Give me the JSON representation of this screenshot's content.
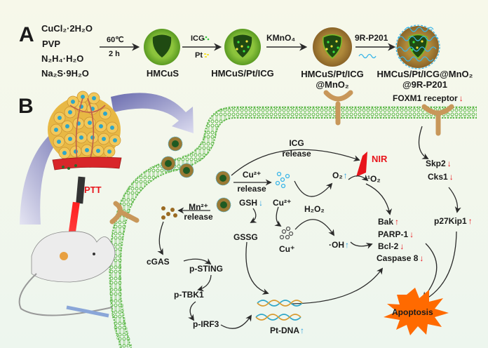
{
  "panel_a": {
    "label": "A",
    "reagents": [
      "CuCl₂·2H₂O",
      "PVP",
      "N₂H₄·H₂O",
      "Na₂S·9H₂O"
    ],
    "step1": {
      "top": "60℃",
      "bottom": "2 h"
    },
    "step2": {
      "top": "ICG",
      "bottom": "Pt"
    },
    "step3": {
      "top": "KMnO₄"
    },
    "step4": {
      "top": "9R-P201"
    },
    "products": [
      "HMCuS",
      "HMCuS/Pt/ICG",
      "HMCuS/Pt/ICG\n@MnO₂",
      "HMCuS/Pt/ICG@MnO₂\n@9R-P201"
    ],
    "product_lines": {
      "p1": "HMCuS",
      "p2": "HMCuS/Pt/ICG",
      "p3a": "HMCuS/Pt/ICG",
      "p3b": "@MnO₂",
      "p4a": "HMCuS/Pt/ICG@MnO₂",
      "p4b": "@9R-P201"
    }
  },
  "panel_b": {
    "label": "B",
    "ptt": "PTT",
    "foxm1": "FOXM1 receptor",
    "icg_release": {
      "a": "ICG",
      "b": "release"
    },
    "cu_release": {
      "a": "Cu²⁺",
      "b": "release"
    },
    "mn_release": {
      "a": "Mn²⁺",
      "b": "release"
    },
    "nir": "NIR",
    "o2": "O₂",
    "singlet_o2": "¹O₂",
    "gsh": "GSH",
    "cu2": "Cu²⁺",
    "h2o2": "H₂O₂",
    "gssg": "GSSG",
    "cu1": "Cu⁺",
    "oh": "·OH",
    "skp2": "Skp2",
    "cks1": "Cks1",
    "p27": "p27Kip1",
    "bak": "Bak",
    "parp": "PARP-1",
    "bcl2": "Bcl-2",
    "casp8": "Caspase 8",
    "cgas": "cGAS",
    "psting": "p-STING",
    "ptbk1": "p-TBK1",
    "pirf3": "p-IRF3",
    "ptdna": "Pt-DNA",
    "apoptosis": "Apoptosis"
  },
  "colors": {
    "membrane": "#5cb848",
    "receptor": "#c8975a",
    "up_down_red": "#e8141b",
    "up_down_blue": "#2a9fe0",
    "apoptosis": "#ff6a00",
    "big_arrow": "#8a8cc0"
  }
}
